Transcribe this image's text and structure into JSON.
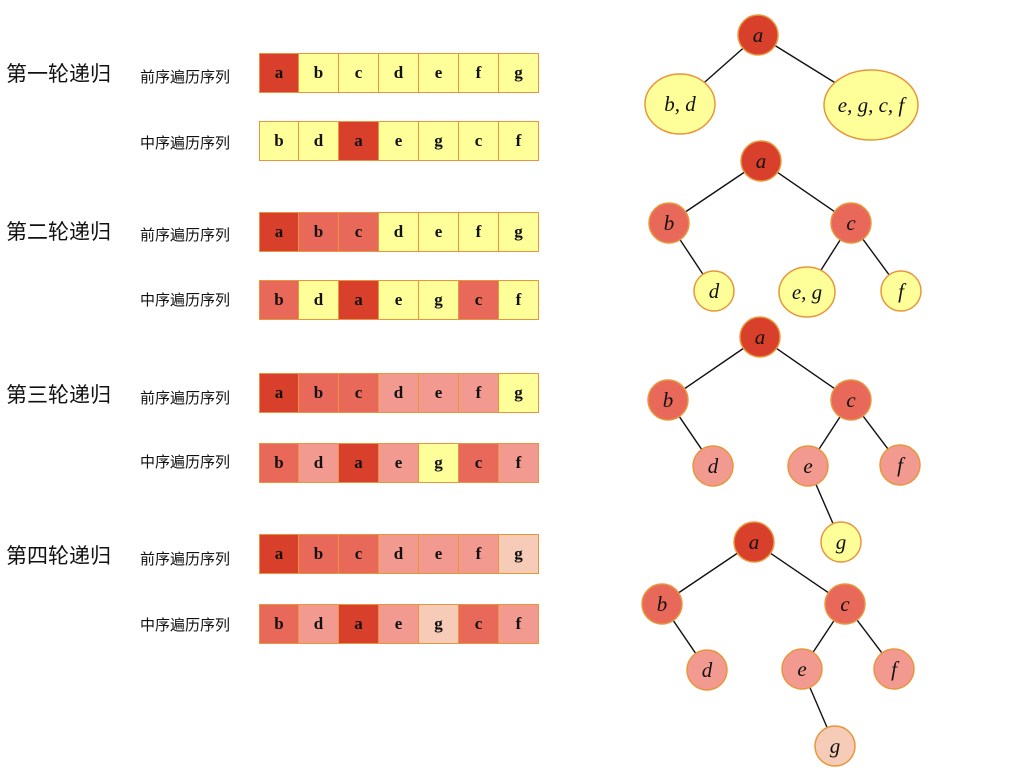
{
  "colors": {
    "dark": "#d9402b",
    "medium": "#e8685a",
    "light": "#f29a8f",
    "pale": "#f6cbb7",
    "yellow": "#ffff99",
    "border": "#e8963b"
  },
  "rounds": [
    {
      "label": "第一轮递归",
      "preorder": {
        "label": "前序遍历序列",
        "cells": [
          {
            "t": "a",
            "c": "dark"
          },
          {
            "t": "b",
            "c": "yellow"
          },
          {
            "t": "c",
            "c": "yellow"
          },
          {
            "t": "d",
            "c": "yellow"
          },
          {
            "t": "e",
            "c": "yellow"
          },
          {
            "t": "f",
            "c": "yellow"
          },
          {
            "t": "g",
            "c": "yellow"
          }
        ]
      },
      "inorder": {
        "label": "中序遍历序列",
        "cells": [
          {
            "t": "b",
            "c": "yellow"
          },
          {
            "t": "d",
            "c": "yellow"
          },
          {
            "t": "a",
            "c": "dark"
          },
          {
            "t": "e",
            "c": "yellow"
          },
          {
            "t": "g",
            "c": "yellow"
          },
          {
            "t": "c",
            "c": "yellow"
          },
          {
            "t": "f",
            "c": "yellow"
          }
        ]
      }
    },
    {
      "label": "第二轮递归",
      "preorder": {
        "label": "前序遍历序列",
        "cells": [
          {
            "t": "a",
            "c": "dark"
          },
          {
            "t": "b",
            "c": "medium"
          },
          {
            "t": "c",
            "c": "medium"
          },
          {
            "t": "d",
            "c": "yellow"
          },
          {
            "t": "e",
            "c": "yellow"
          },
          {
            "t": "f",
            "c": "yellow"
          },
          {
            "t": "g",
            "c": "yellow"
          }
        ]
      },
      "inorder": {
        "label": "中序遍历序列",
        "cells": [
          {
            "t": "b",
            "c": "medium"
          },
          {
            "t": "d",
            "c": "yellow"
          },
          {
            "t": "a",
            "c": "dark"
          },
          {
            "t": "e",
            "c": "yellow"
          },
          {
            "t": "g",
            "c": "yellow"
          },
          {
            "t": "c",
            "c": "medium"
          },
          {
            "t": "f",
            "c": "yellow"
          }
        ]
      }
    },
    {
      "label": "第三轮递归",
      "preorder": {
        "label": "前序遍历序列",
        "cells": [
          {
            "t": "a",
            "c": "dark"
          },
          {
            "t": "b",
            "c": "medium"
          },
          {
            "t": "c",
            "c": "medium"
          },
          {
            "t": "d",
            "c": "light"
          },
          {
            "t": "e",
            "c": "light"
          },
          {
            "t": "f",
            "c": "light"
          },
          {
            "t": "g",
            "c": "yellow"
          }
        ]
      },
      "inorder": {
        "label": "中序遍历序列",
        "cells": [
          {
            "t": "b",
            "c": "medium"
          },
          {
            "t": "d",
            "c": "light"
          },
          {
            "t": "a",
            "c": "dark"
          },
          {
            "t": "e",
            "c": "light"
          },
          {
            "t": "g",
            "c": "yellow"
          },
          {
            "t": "c",
            "c": "medium"
          },
          {
            "t": "f",
            "c": "light"
          }
        ]
      }
    },
    {
      "label": "第四轮递归",
      "preorder": {
        "label": "前序遍历序列",
        "cells": [
          {
            "t": "a",
            "c": "dark"
          },
          {
            "t": "b",
            "c": "medium"
          },
          {
            "t": "c",
            "c": "medium"
          },
          {
            "t": "d",
            "c": "light"
          },
          {
            "t": "e",
            "c": "light"
          },
          {
            "t": "f",
            "c": "light"
          },
          {
            "t": "g",
            "c": "pale"
          }
        ]
      },
      "inorder": {
        "label": "中序遍历序列",
        "cells": [
          {
            "t": "b",
            "c": "medium"
          },
          {
            "t": "d",
            "c": "light"
          },
          {
            "t": "a",
            "c": "dark"
          },
          {
            "t": "e",
            "c": "light"
          },
          {
            "t": "g",
            "c": "pale"
          },
          {
            "t": "c",
            "c": "medium"
          },
          {
            "t": "f",
            "c": "light"
          }
        ]
      }
    }
  ],
  "trees": [
    {
      "nodes": [
        {
          "id": "a",
          "label": "a",
          "c": "dark"
        },
        {
          "id": "L",
          "label": "b, d",
          "c": "yellow"
        },
        {
          "id": "R",
          "label": "e, g, c, f",
          "c": "yellow"
        }
      ],
      "edges": [
        [
          "a",
          "L"
        ],
        [
          "a",
          "R"
        ]
      ]
    },
    {
      "nodes": [
        {
          "id": "a",
          "label": "a",
          "c": "dark"
        },
        {
          "id": "b",
          "label": "b",
          "c": "medium"
        },
        {
          "id": "c",
          "label": "c",
          "c": "medium"
        },
        {
          "id": "d",
          "label": "d",
          "c": "yellow"
        },
        {
          "id": "eg",
          "label": "e, g",
          "c": "yellow"
        },
        {
          "id": "f",
          "label": "f",
          "c": "yellow"
        }
      ],
      "edges": [
        [
          "a",
          "b"
        ],
        [
          "a",
          "c"
        ],
        [
          "b",
          "d"
        ],
        [
          "c",
          "eg"
        ],
        [
          "c",
          "f"
        ]
      ]
    },
    {
      "nodes": [
        {
          "id": "a",
          "label": "a",
          "c": "dark"
        },
        {
          "id": "b",
          "label": "b",
          "c": "medium"
        },
        {
          "id": "c",
          "label": "c",
          "c": "medium"
        },
        {
          "id": "d",
          "label": "d",
          "c": "light"
        },
        {
          "id": "e",
          "label": "e",
          "c": "light"
        },
        {
          "id": "f",
          "label": "f",
          "c": "light"
        },
        {
          "id": "g",
          "label": "g",
          "c": "yellow"
        }
      ],
      "edges": [
        [
          "a",
          "b"
        ],
        [
          "a",
          "c"
        ],
        [
          "b",
          "d"
        ],
        [
          "c",
          "e"
        ],
        [
          "c",
          "f"
        ],
        [
          "e",
          "g"
        ]
      ]
    },
    {
      "nodes": [
        {
          "id": "a",
          "label": "a",
          "c": "dark"
        },
        {
          "id": "b",
          "label": "b",
          "c": "medium"
        },
        {
          "id": "c",
          "label": "c",
          "c": "medium"
        },
        {
          "id": "d",
          "label": "d",
          "c": "light"
        },
        {
          "id": "e",
          "label": "e",
          "c": "light"
        },
        {
          "id": "f",
          "label": "f",
          "c": "light"
        },
        {
          "id": "g",
          "label": "g",
          "c": "pale"
        }
      ],
      "edges": [
        [
          "a",
          "b"
        ],
        [
          "a",
          "c"
        ],
        [
          "b",
          "d"
        ],
        [
          "c",
          "e"
        ],
        [
          "c",
          "f"
        ],
        [
          "e",
          "g"
        ]
      ]
    }
  ]
}
